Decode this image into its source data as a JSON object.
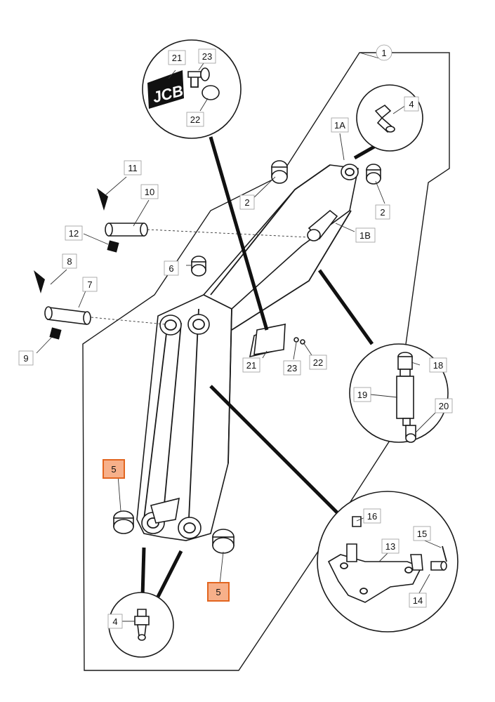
{
  "diagram": {
    "callouts": {
      "c1": "1",
      "c1a": "1A",
      "c1b": "1B",
      "c2a": "2",
      "c2b": "2",
      "c4a": "4",
      "c4b": "4",
      "c5a": "5",
      "c5b": "5",
      "c6": "6",
      "c7": "7",
      "c8": "8",
      "c9": "9",
      "c10": "10",
      "c11": "11",
      "c12": "12",
      "c13": "13",
      "c14": "14",
      "c15": "15",
      "c16": "16",
      "c18": "18",
      "c19": "19",
      "c20": "20",
      "c21a": "21",
      "c21b": "21",
      "c22a": "22",
      "c22b": "22",
      "c23a": "23",
      "c23b": "23"
    },
    "logo_text": "JCB",
    "highlight_color": "#f7b08a",
    "highlight_border": "#e2651f"
  }
}
